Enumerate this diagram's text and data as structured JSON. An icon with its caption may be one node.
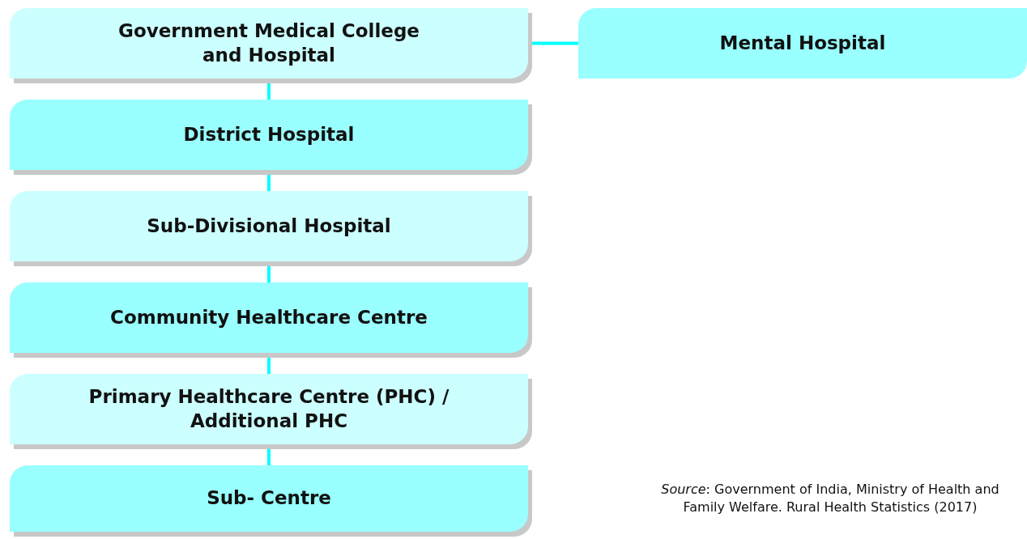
{
  "diagram": {
    "nodes": [
      {
        "text": [
          "Government Medical College and Hospital"
        ]
      },
      {
        "text": [
          "District Hospital"
        ]
      },
      {
        "text": [
          "Sub-Divisional Hospital"
        ]
      },
      {
        "text": [
          "Community Healthcare Centre"
        ]
      },
      {
        "text": [
          "Primary Healthcare Centre (PHC) / Additional PHC"
        ]
      },
      {
        "text": [
          "Sub- Centre"
        ]
      },
      {
        "text": [
          "Mental Hospital"
        ]
      }
    ],
    "edges": [
      {
        "from": 0,
        "to": 1,
        "arrow": "none"
      },
      {
        "from": 1,
        "to": 2,
        "arrow": "none"
      },
      {
        "from": 2,
        "to": 3,
        "arrow": "none"
      },
      {
        "from": 3,
        "to": 4,
        "arrow": "none"
      },
      {
        "from": 4,
        "to": 5,
        "arrow": "none"
      },
      {
        "from": 0,
        "to": 6,
        "arrow": "none"
      }
    ],
    "caption": "*Source*: Government of India, Ministry of Health and Family Welfare. Rural Health Statistics (2017)"
  }
}
